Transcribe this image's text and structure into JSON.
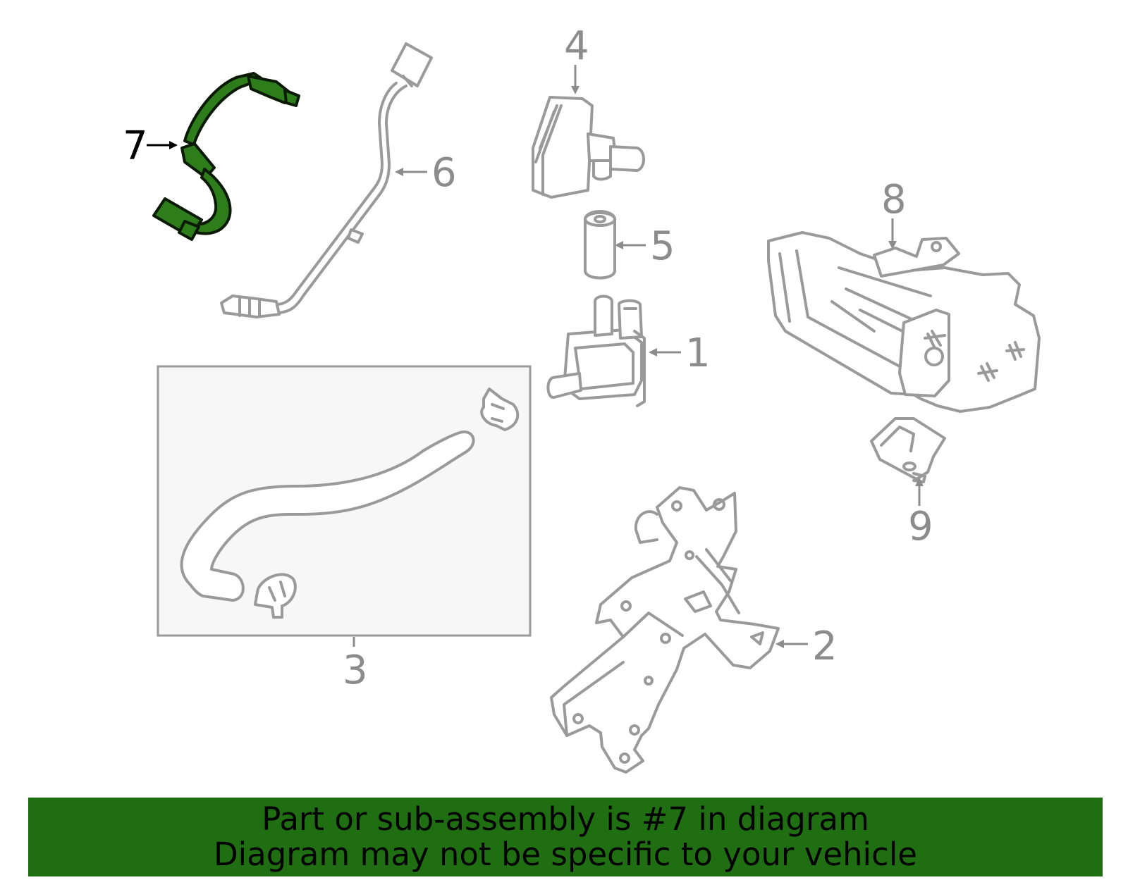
{
  "diagram": {
    "highlighted_part": "7",
    "callouts": [
      {
        "id": "1",
        "label": "1"
      },
      {
        "id": "2",
        "label": "2"
      },
      {
        "id": "3",
        "label": "3"
      },
      {
        "id": "4",
        "label": "4"
      },
      {
        "id": "5",
        "label": "5"
      },
      {
        "id": "6",
        "label": "6"
      },
      {
        "id": "7",
        "label": "7"
      },
      {
        "id": "8",
        "label": "8"
      },
      {
        "id": "9",
        "label": "9"
      }
    ],
    "colors": {
      "highlight": "#2e7d1b",
      "part_outline": "#9a9a9a",
      "banner": "#1f6e12",
      "inset_box": "#f7f7f7"
    }
  },
  "banner": {
    "line1": "Part or sub-assembly is #7 in diagram",
    "line2": "Diagram may not be specific to your vehicle"
  }
}
